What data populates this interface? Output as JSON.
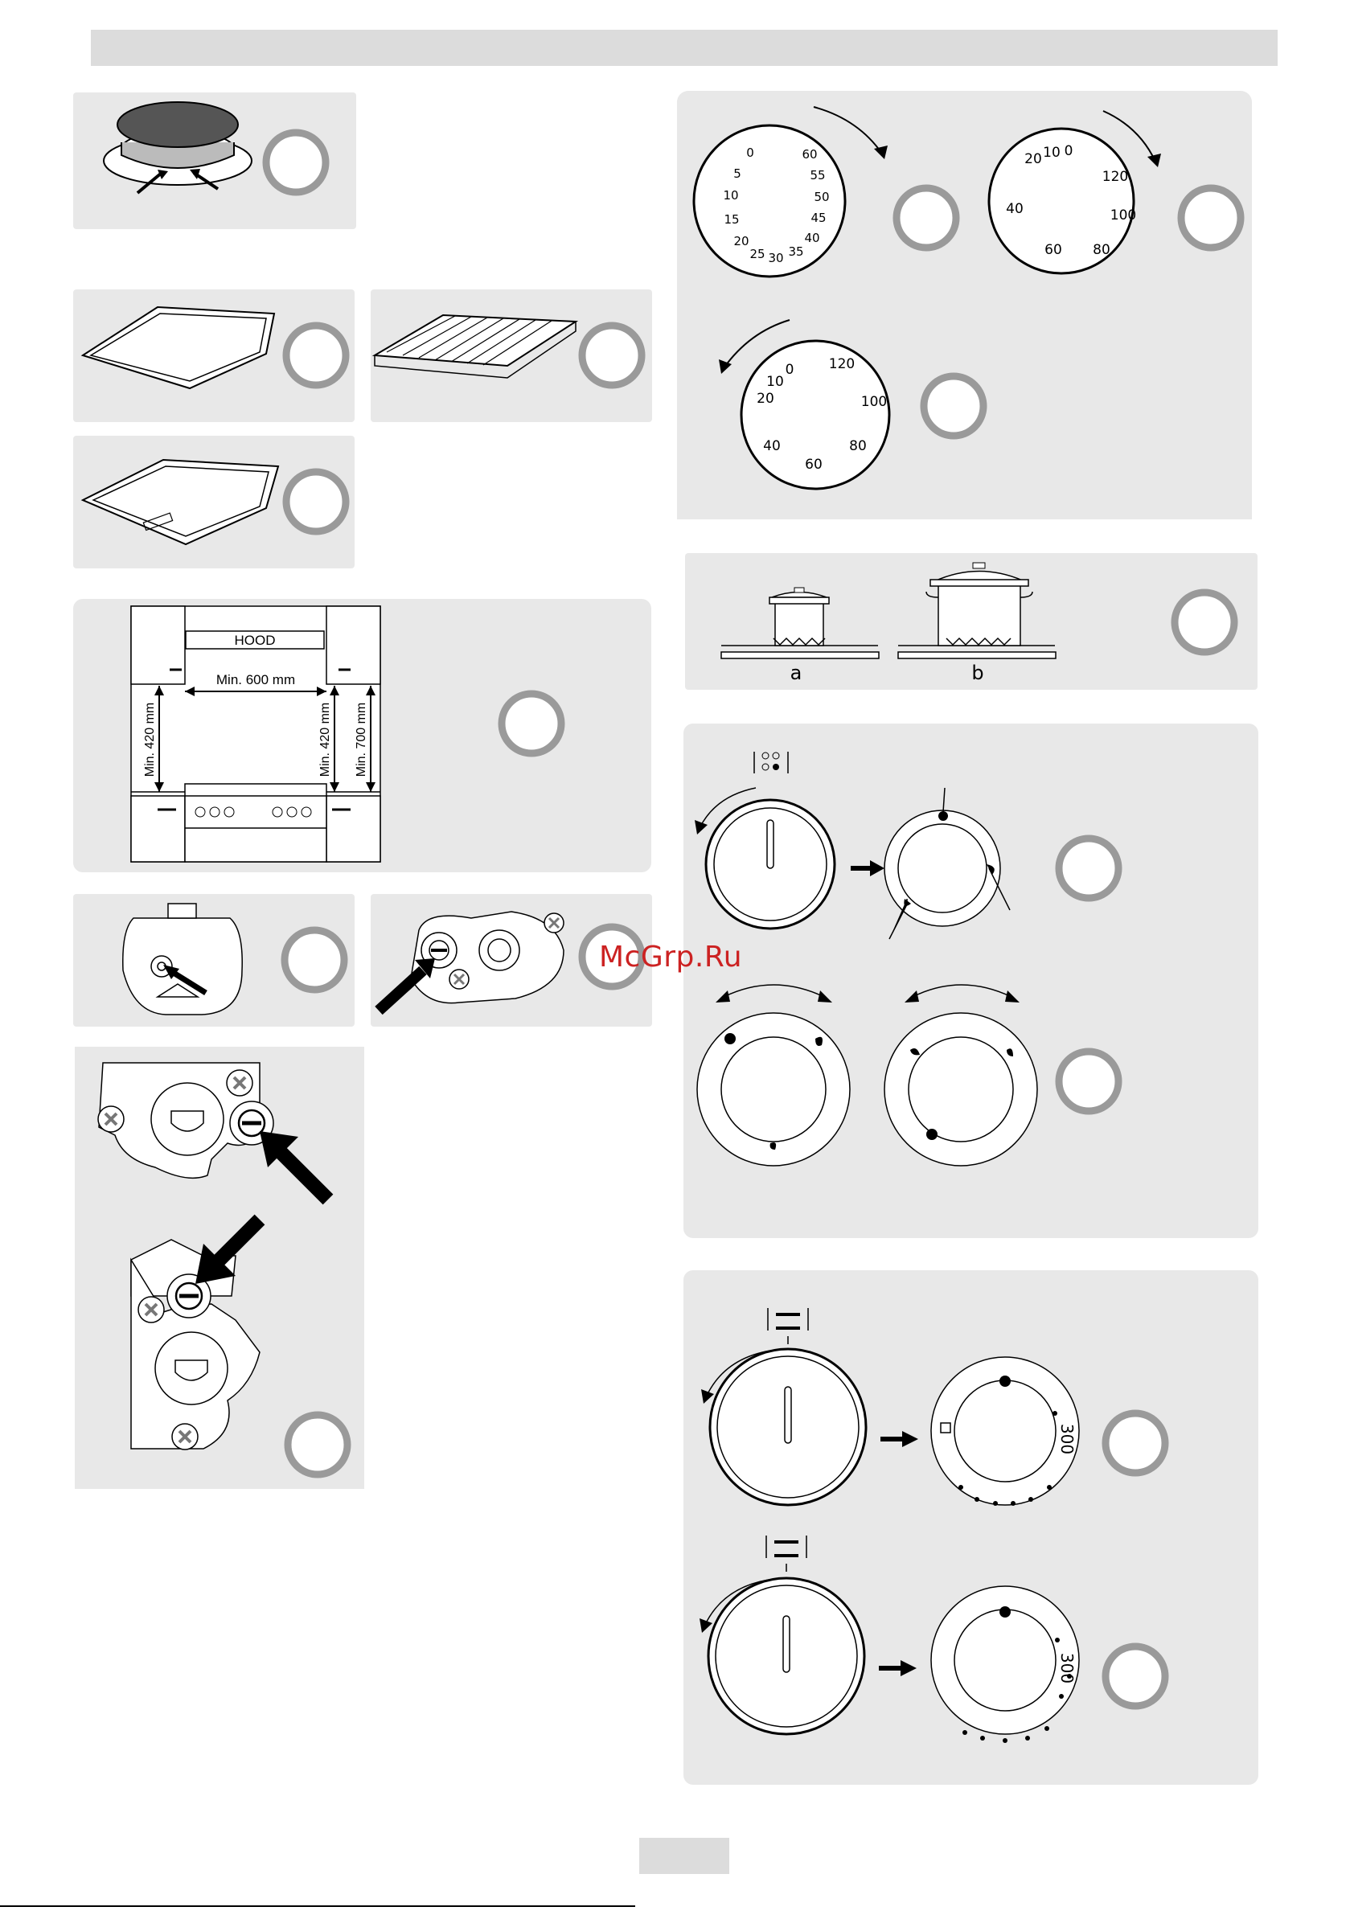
{
  "diagram": {
    "hood_label": "HOOD",
    "min_width": "Min. 600 mm",
    "min_height_left": "Min. 420 mm",
    "min_height_right": "Min. 420 mm",
    "min_height_cabinet": "Min. 700 mm"
  },
  "timer_dial": {
    "numbers": [
      "0",
      "5",
      "10",
      "15",
      "20",
      "25",
      "30",
      "35",
      "40",
      "45",
      "50",
      "55",
      "60"
    ]
  },
  "temp_dial_right": {
    "numbers": [
      "20",
      "10",
      "0",
      "120",
      "100",
      "80",
      "60",
      "40"
    ]
  },
  "temp_dial_left": {
    "numbers": [
      "20",
      "10",
      "0",
      "120",
      "100",
      "80",
      "60",
      "40"
    ]
  },
  "pot_labels": {
    "a": "a",
    "b": "b"
  },
  "grill_dial": {
    "value": "300"
  },
  "grill_dial_2": {
    "value": "300"
  },
  "watermark": "McGrp.Ru"
}
